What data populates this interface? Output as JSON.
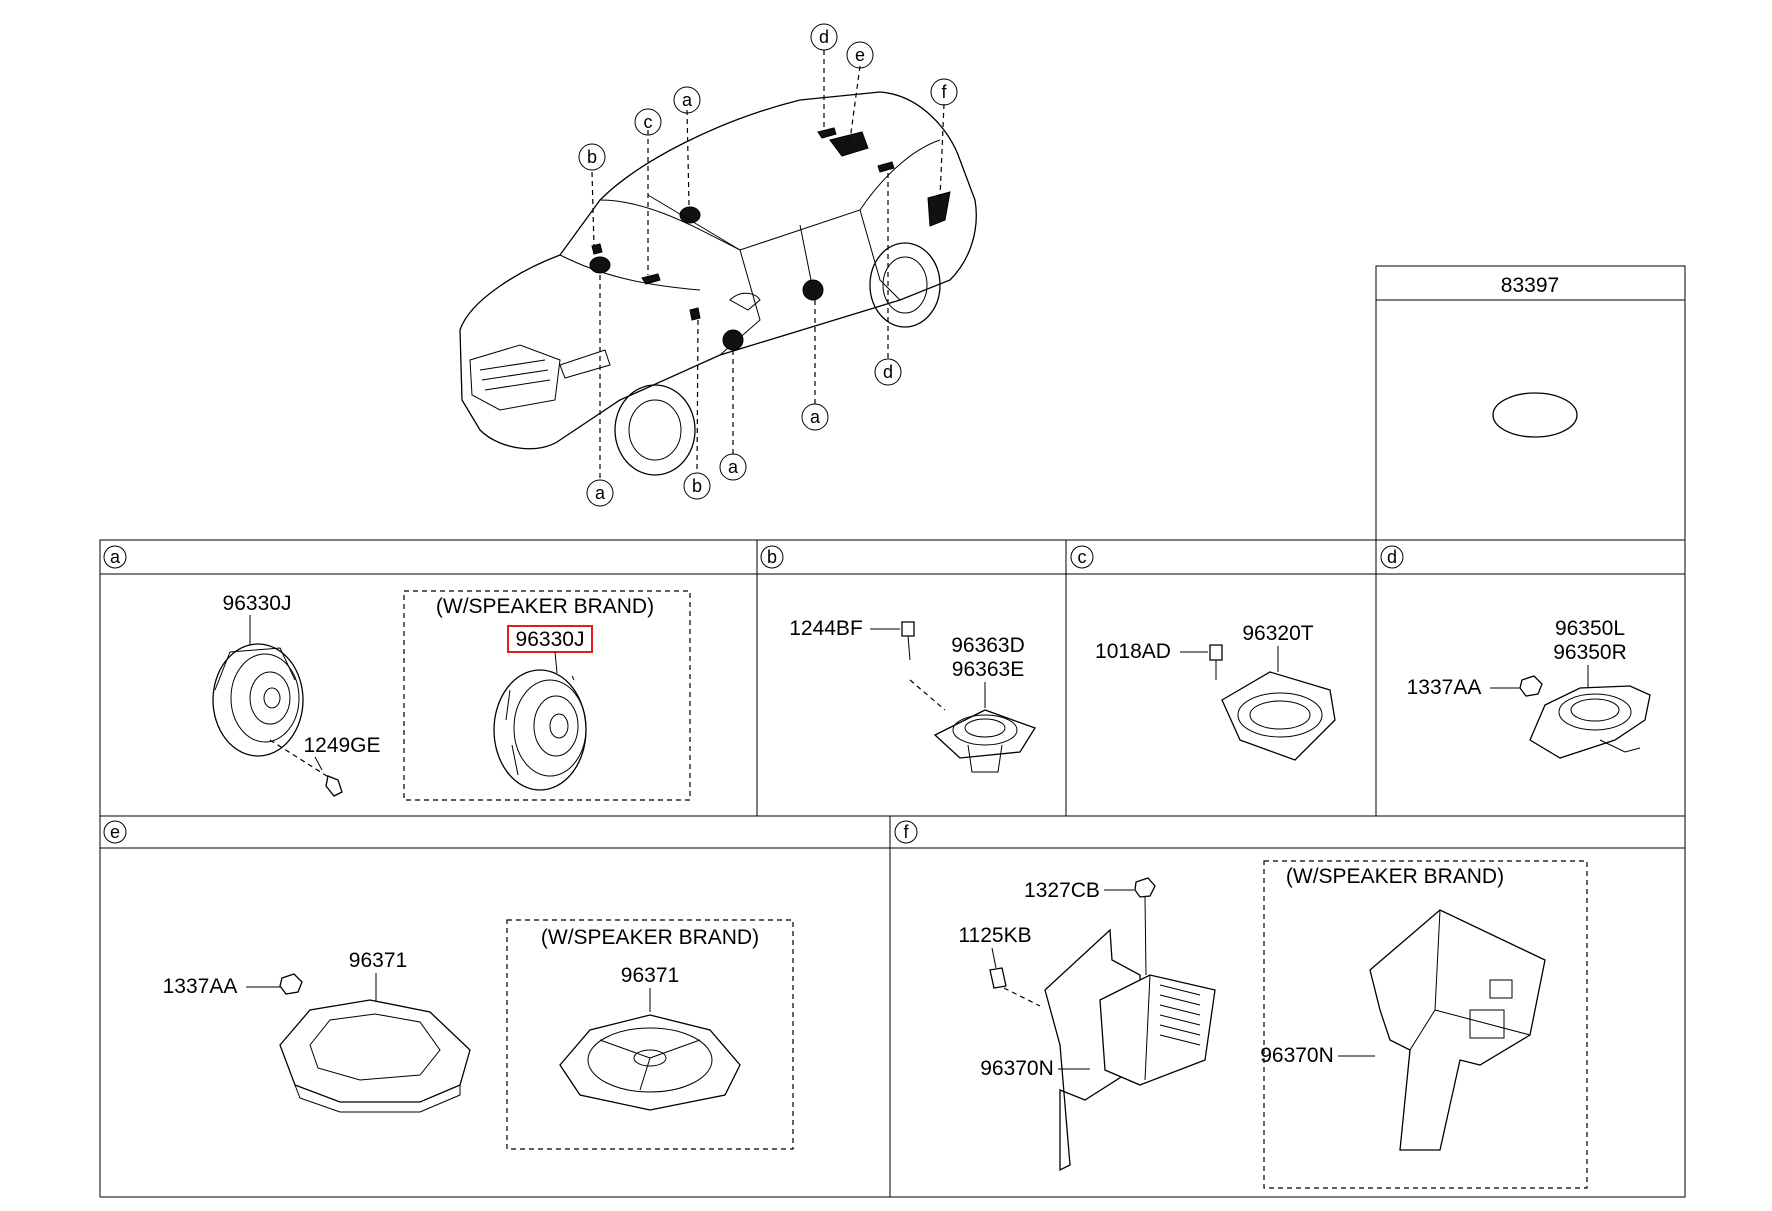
{
  "callouts": {
    "car": [
      "d",
      "e",
      "a",
      "c",
      "b",
      "f",
      "d",
      "a",
      "a",
      "b",
      "a"
    ]
  },
  "panel_83397": {
    "part_no": "83397"
  },
  "panels": {
    "a": {
      "letter": "a",
      "part_main": "96330J",
      "screw": "1249GE",
      "brand_title": "(W/SPEAKER BRAND)",
      "brand_part": "96330J"
    },
    "b": {
      "letter": "b",
      "screw": "1244BF",
      "part_1": "96363D",
      "part_2": "96363E"
    },
    "c": {
      "letter": "c",
      "screw": "1018AD",
      "part": "96320T"
    },
    "d": {
      "letter": "d",
      "nut": "1337AA",
      "part_1": "96350L",
      "part_2": "96350R"
    },
    "e": {
      "letter": "e",
      "nut": "1337AA",
      "part_main": "96371",
      "brand_title": "(W/SPEAKER BRAND)",
      "brand_part": "96371"
    },
    "f": {
      "letter": "f",
      "nut": "1327CB",
      "bolt": "1125KB",
      "bracket": "96370N",
      "brand_title": "(W/SPEAKER BRAND)",
      "brand_part": "96370N"
    }
  },
  "highlight": {
    "color": "#e0201b"
  }
}
